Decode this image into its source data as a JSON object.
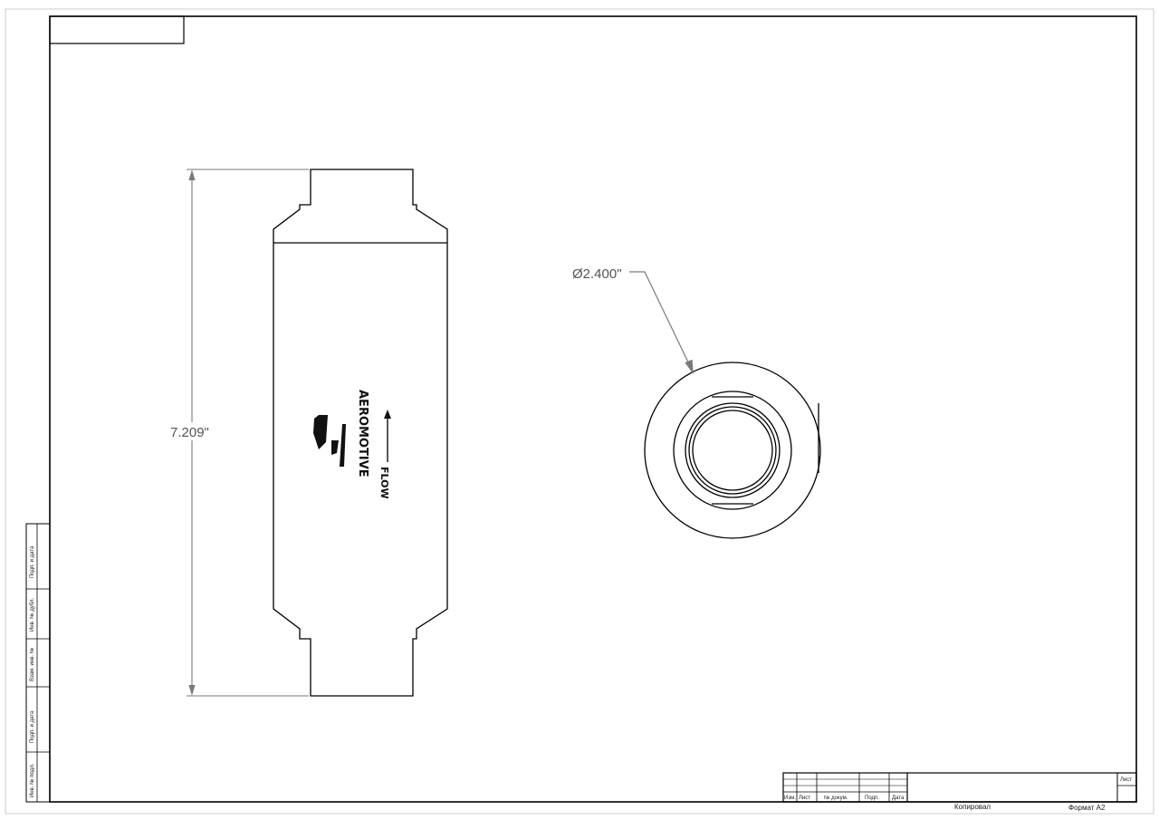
{
  "drawing": {
    "length_dim": "7.209\"",
    "diameter_dim": "Ø2.400\"",
    "logo_text": "AEROMOTIVE",
    "flow_label": "FLOW"
  },
  "sidebar": {
    "cells": [
      "Подп. и дата",
      "Инв. № дубл.",
      "Взам. инв. №",
      "Подп. и дата",
      "Инв. № подл."
    ]
  },
  "title_block": {
    "headers": [
      "Изм.",
      "Лист",
      "№ докум.",
      "Подп.",
      "Дата"
    ],
    "sheet_label": "Лист",
    "checked_label": "Копировал",
    "format_label": "Формат A2"
  },
  "colors": {
    "line": "#000000",
    "dimension": "#7a7a7a",
    "frame_outer": "#cccccc"
  }
}
